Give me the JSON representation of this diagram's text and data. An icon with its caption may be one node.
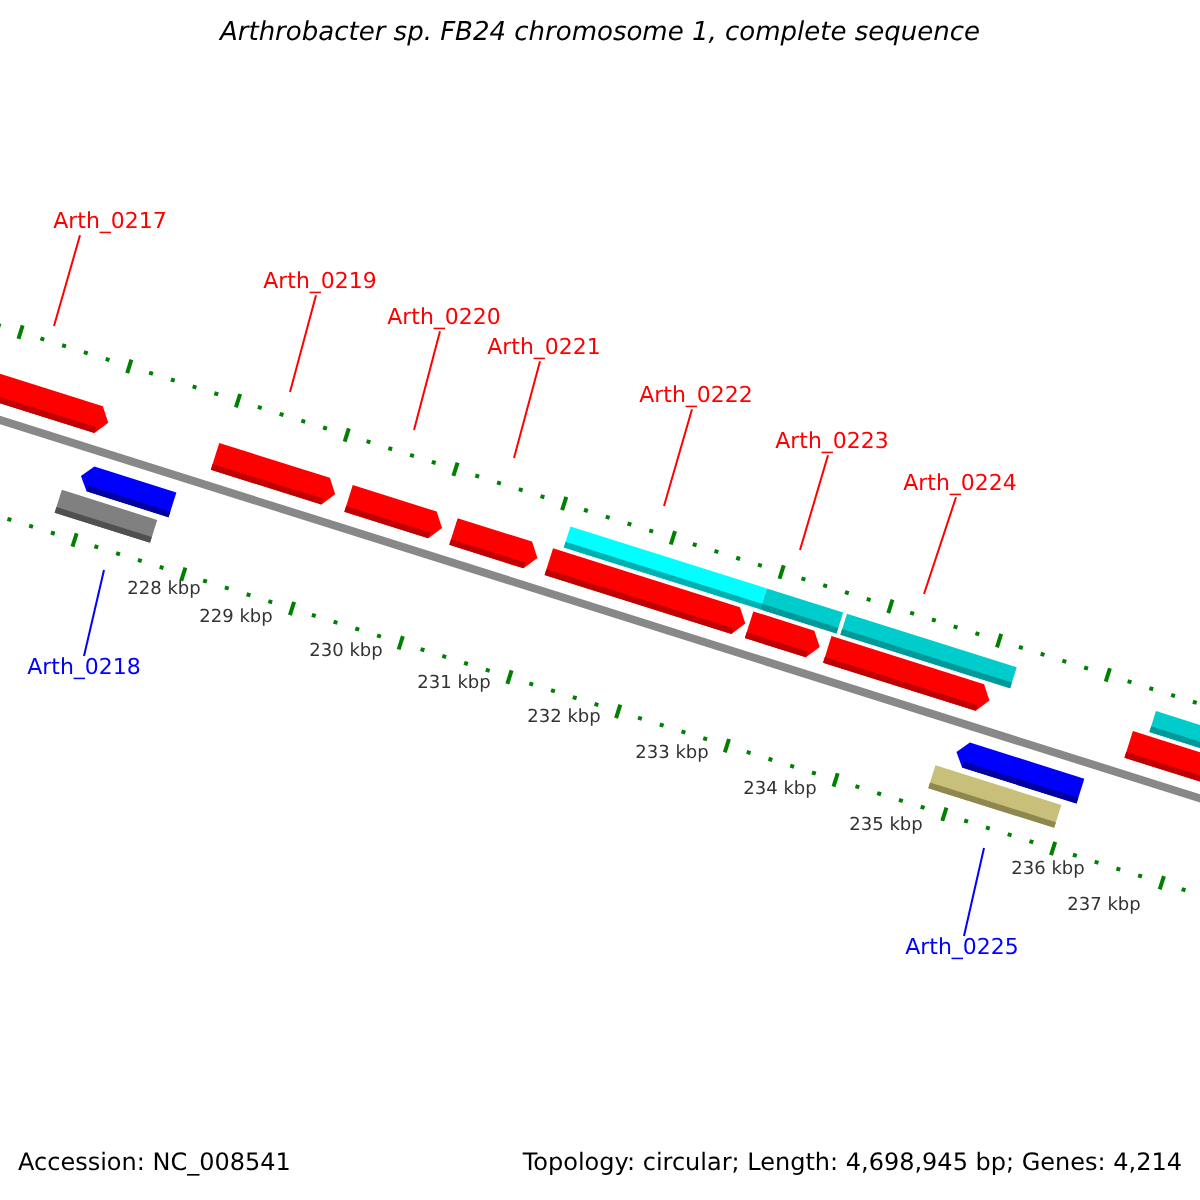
{
  "diagram": {
    "title": "Arthrobacter sp. FB24 chromosome 1, complete sequence",
    "nodes": [
      {
        "text": [
          "Arth_0217"
        ]
      },
      {
        "text": [
          "Arth_0219"
        ]
      },
      {
        "text": [
          "Arth_0220"
        ]
      },
      {
        "text": [
          "Arth_0221"
        ]
      },
      {
        "text": [
          "Arth_0222"
        ]
      },
      {
        "text": [
          "Arth_0223"
        ]
      },
      {
        "text": [
          "Arth_0224"
        ]
      },
      {
        "text": [
          "Arth_0218"
        ]
      },
      {
        "text": [
          "Arth_0225"
        ]
      }
    ],
    "edges": [
      {
        "from": 0,
        "to": null,
        "arrow": "none"
      },
      {
        "from": 1,
        "to": null,
        "arrow": "none"
      },
      {
        "from": 2,
        "to": null,
        "arrow": "none"
      },
      {
        "from": 3,
        "to": null,
        "arrow": "none"
      },
      {
        "from": 4,
        "to": null,
        "arrow": "none"
      },
      {
        "from": 5,
        "to": null,
        "arrow": "none"
      },
      {
        "from": 6,
        "to": null,
        "arrow": "none"
      },
      {
        "from": 7,
        "to": null,
        "arrow": "none",
        "color": "#0000ff"
      },
      {
        "from": 8,
        "to": null,
        "arrow": "none",
        "color": "#0000ff"
      }
    ],
    "labels": [
      "228 kbp",
      "229 kbp",
      "230 kbp",
      "231 kbp",
      "232 kbp",
      "233 kbp",
      "234 kbp",
      "235 kbp",
      "236 kbp",
      "237 kbp",
      "Accession: NC_008541",
      "Topology: circular; Length: 4,698,945 bp; Genes: 4,214"
    ]
  }
}
